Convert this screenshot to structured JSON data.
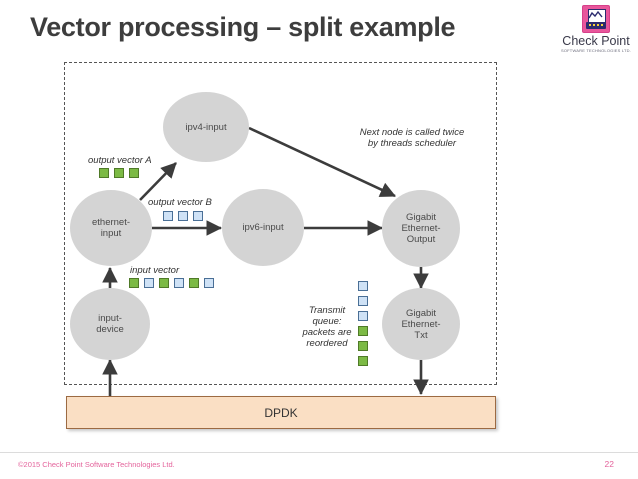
{
  "slide": {
    "title": "Vector processing – split example",
    "page_number": "22",
    "copyright": "©2015 Check Point Software Technologies Ltd."
  },
  "logo": {
    "name": "Check Point",
    "tagline": "SOFTWARE TECHNOLOGIES LTD.",
    "mark_color": "#e8569b",
    "text_color": "#3a3a4a"
  },
  "diagram": {
    "nodes": [
      {
        "id": "ipv4-input",
        "label": "ipv4-input"
      },
      {
        "id": "ethernet-input",
        "label": "ethernet-\ninput"
      },
      {
        "id": "ipv6-input",
        "label": "ipv6-input"
      },
      {
        "id": "gig-output",
        "label": "Gigabit\nEthernet-\nOutput"
      },
      {
        "id": "input-device",
        "label": "input-\ndevice"
      },
      {
        "id": "gig-txt",
        "label": "Gigabit\nEthernet-\nTxt"
      }
    ],
    "annotations": {
      "output_vector_a": "output vector A",
      "output_vector_b": "output vector B",
      "input_vector": "input vector",
      "scheduler_note": "Next node is called twice by threads scheduler",
      "transmit_queue": "Transmit queue: packets are reordered"
    },
    "vectors": {
      "output_vector_a": [
        "green",
        "green",
        "green"
      ],
      "output_vector_b": [
        "blue",
        "blue",
        "blue"
      ],
      "input_vector": [
        "green",
        "blue",
        "green",
        "blue",
        "green",
        "blue"
      ],
      "transmit_queue": [
        "blue",
        "blue",
        "blue",
        "green",
        "green",
        "green"
      ]
    },
    "dpdk_label": "DPDK",
    "colors": {
      "node_fill": "#d4d4d4",
      "green_packet": "#7cba45",
      "blue_packet": "#cfe2f6",
      "dpdk_fill": "#fadfc4",
      "dpdk_border": "#9c6a42",
      "arrow": "#3c3c3c"
    }
  }
}
